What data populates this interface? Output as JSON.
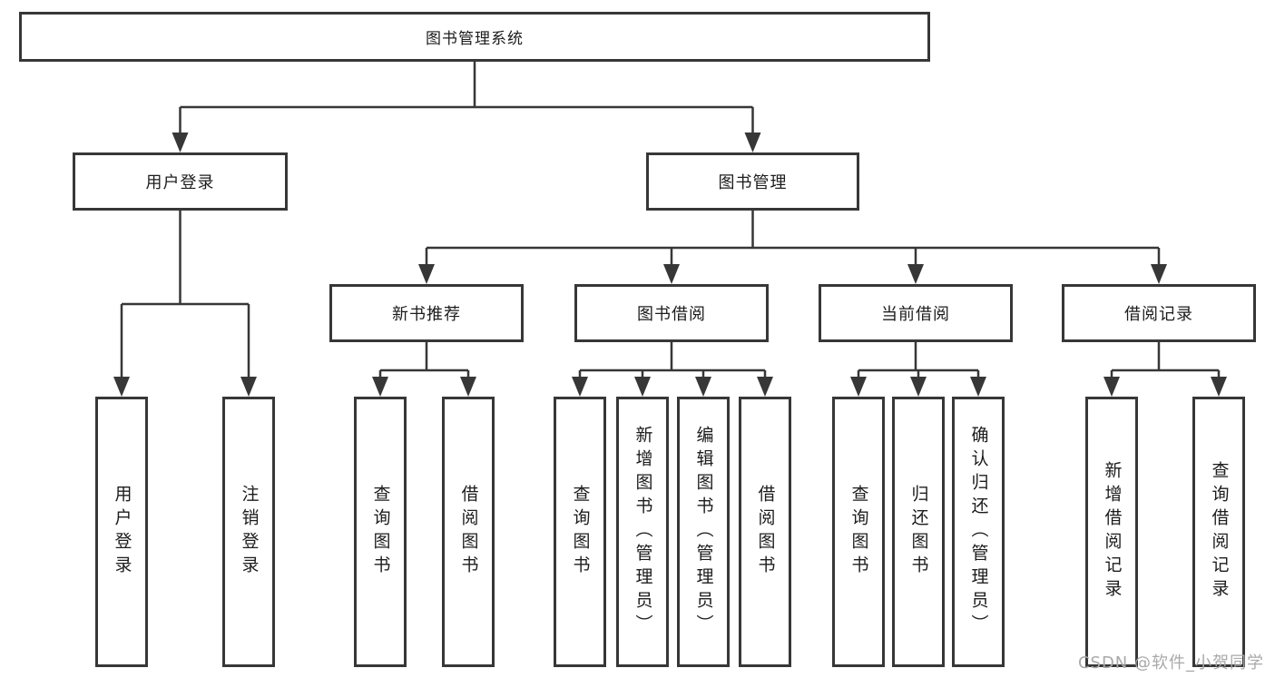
{
  "diagram": {
    "type": "hierarchy-tree",
    "orientation": "top-down",
    "colors": {
      "background": "#ffffff",
      "line": "#373737",
      "box_border": "#373737",
      "text": "#1c1c1c",
      "watermark": "#a9a9a9"
    }
  },
  "tree": {
    "label": "图书管理系统",
    "children": [
      {
        "label": "用户登录",
        "children": [
          {
            "label": "用户登录"
          },
          {
            "label": "注销登录"
          }
        ]
      },
      {
        "label": "图书管理",
        "children": [
          {
            "label": "新书推荐",
            "children": [
              {
                "label": "查询图书"
              },
              {
                "label": "借阅图书"
              }
            ]
          },
          {
            "label": "图书借阅",
            "children": [
              {
                "label": "查询图书"
              },
              {
                "label": "新增图书（管理员）"
              },
              {
                "label": "编辑图书（管理员）"
              },
              {
                "label": "借阅图书"
              }
            ]
          },
          {
            "label": "当前借阅",
            "children": [
              {
                "label": "查询图书"
              },
              {
                "label": "归还图书"
              },
              {
                "label": "确认归还（管理员）"
              }
            ]
          },
          {
            "label": "借阅记录",
            "children": [
              {
                "label": "新增借阅记录"
              },
              {
                "label": "查询借阅记录"
              }
            ]
          }
        ]
      }
    ]
  },
  "watermark": {
    "text": "CSDN @软件_小贺同学"
  }
}
